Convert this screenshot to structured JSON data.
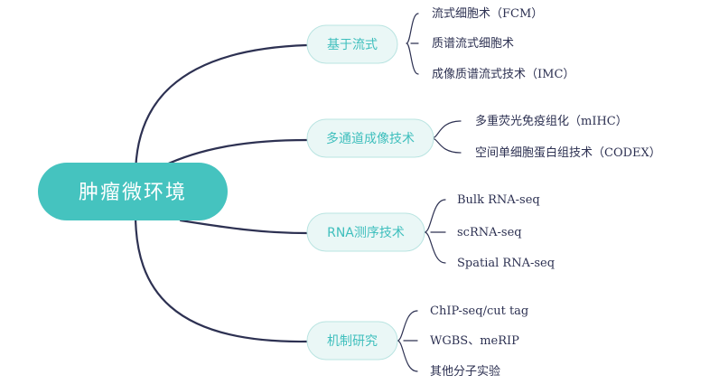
{
  "root": {
    "label": "肿瘤微环境"
  },
  "branches": [
    {
      "label": "基于流式",
      "children": [
        "流式细胞术（FCM）",
        "质谱流式细胞术",
        "成像质谱流式技术（IMC）"
      ]
    },
    {
      "label": "多通道成像技术",
      "children": [
        "多重荧光免疫组化（mIHC）",
        "空间单细胞蛋白组技术（CODEX）"
      ]
    },
    {
      "label": "RNA测序技术",
      "children": [
        "Bulk RNA-seq",
        "scRNA-seq",
        "Spatial RNA-seq"
      ]
    },
    {
      "label": "机制研究",
      "children": [
        "ChIP-seq/cut tag",
        "WGBS、meRIP",
        "其他分子实验"
      ]
    }
  ],
  "colors": {
    "root_fill": "#45c3bf",
    "branch_fill": "#eaf7f6",
    "branch_stroke": "#b9e4e1",
    "branch_text": "#3fbfbd",
    "line": "#2d3152",
    "leaf_text": "#2d3152"
  }
}
